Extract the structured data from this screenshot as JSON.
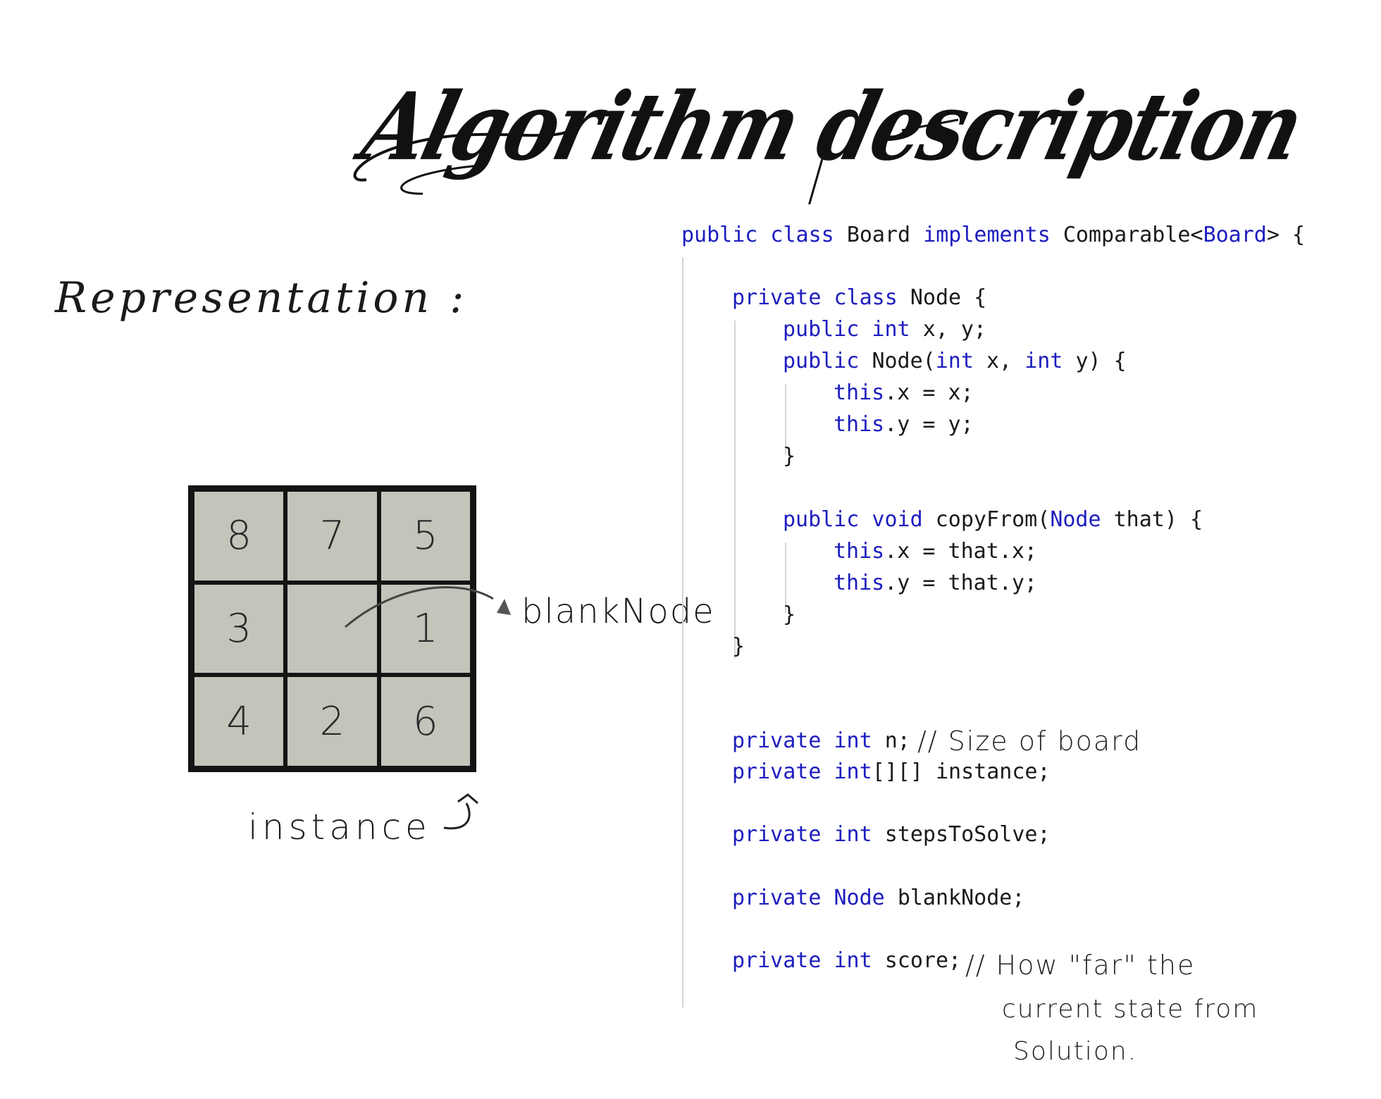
{
  "title": "Algorithm description",
  "representation_label": "Representation :",
  "grid": {
    "cells": [
      "8",
      "7",
      "5",
      "3",
      "",
      "1",
      "4",
      "2",
      "6"
    ]
  },
  "annotations": {
    "blank_node": "blankNode",
    "instance": "instance"
  },
  "code": {
    "l1": {
      "a": "public class ",
      "b": "Board ",
      "c": "implements ",
      "d": "Comparable<",
      "e": "Board",
      "f": "> {"
    },
    "l2": {
      "a": "private class ",
      "b": "Node {"
    },
    "l3": {
      "a": "public int ",
      "b": "x, y;"
    },
    "l4": {
      "a": "public ",
      "b": "Node(",
      "c": "int ",
      "d": "x, ",
      "e": "int ",
      "f": "y) {"
    },
    "l5": {
      "a": "this",
      "b": ".x = x;"
    },
    "l6": {
      "a": "this",
      "b": ".y = y;"
    },
    "l7": "}",
    "l8": {
      "a": "public void ",
      "b": "copyFrom(",
      "c": "Node ",
      "d": "that) {"
    },
    "l9": {
      "a": "this",
      "b": ".x = that.x;"
    },
    "l10": {
      "a": "this",
      "b": ".y = that.y;"
    },
    "l11": "}",
    "l12": "}",
    "l13": {
      "a": "private int ",
      "b": "n;"
    },
    "l14": {
      "a": "private int",
      "b": "[][] instance;"
    },
    "l15": {
      "a": "private int ",
      "b": "stepsToSolve;"
    },
    "l16": {
      "a": "private Node ",
      "b": "blankNode;"
    },
    "l17": {
      "a": "private int ",
      "b": "score;"
    }
  },
  "handwritten_comments": {
    "size": "// Size of board",
    "score_1": "// How \"far\" the",
    "score_2": "current state from",
    "score_3": "Solution."
  },
  "colors": {
    "keyword": "#1d1dbf",
    "text": "#1a1a1a",
    "cell_fill": "#c4c4bb"
  }
}
